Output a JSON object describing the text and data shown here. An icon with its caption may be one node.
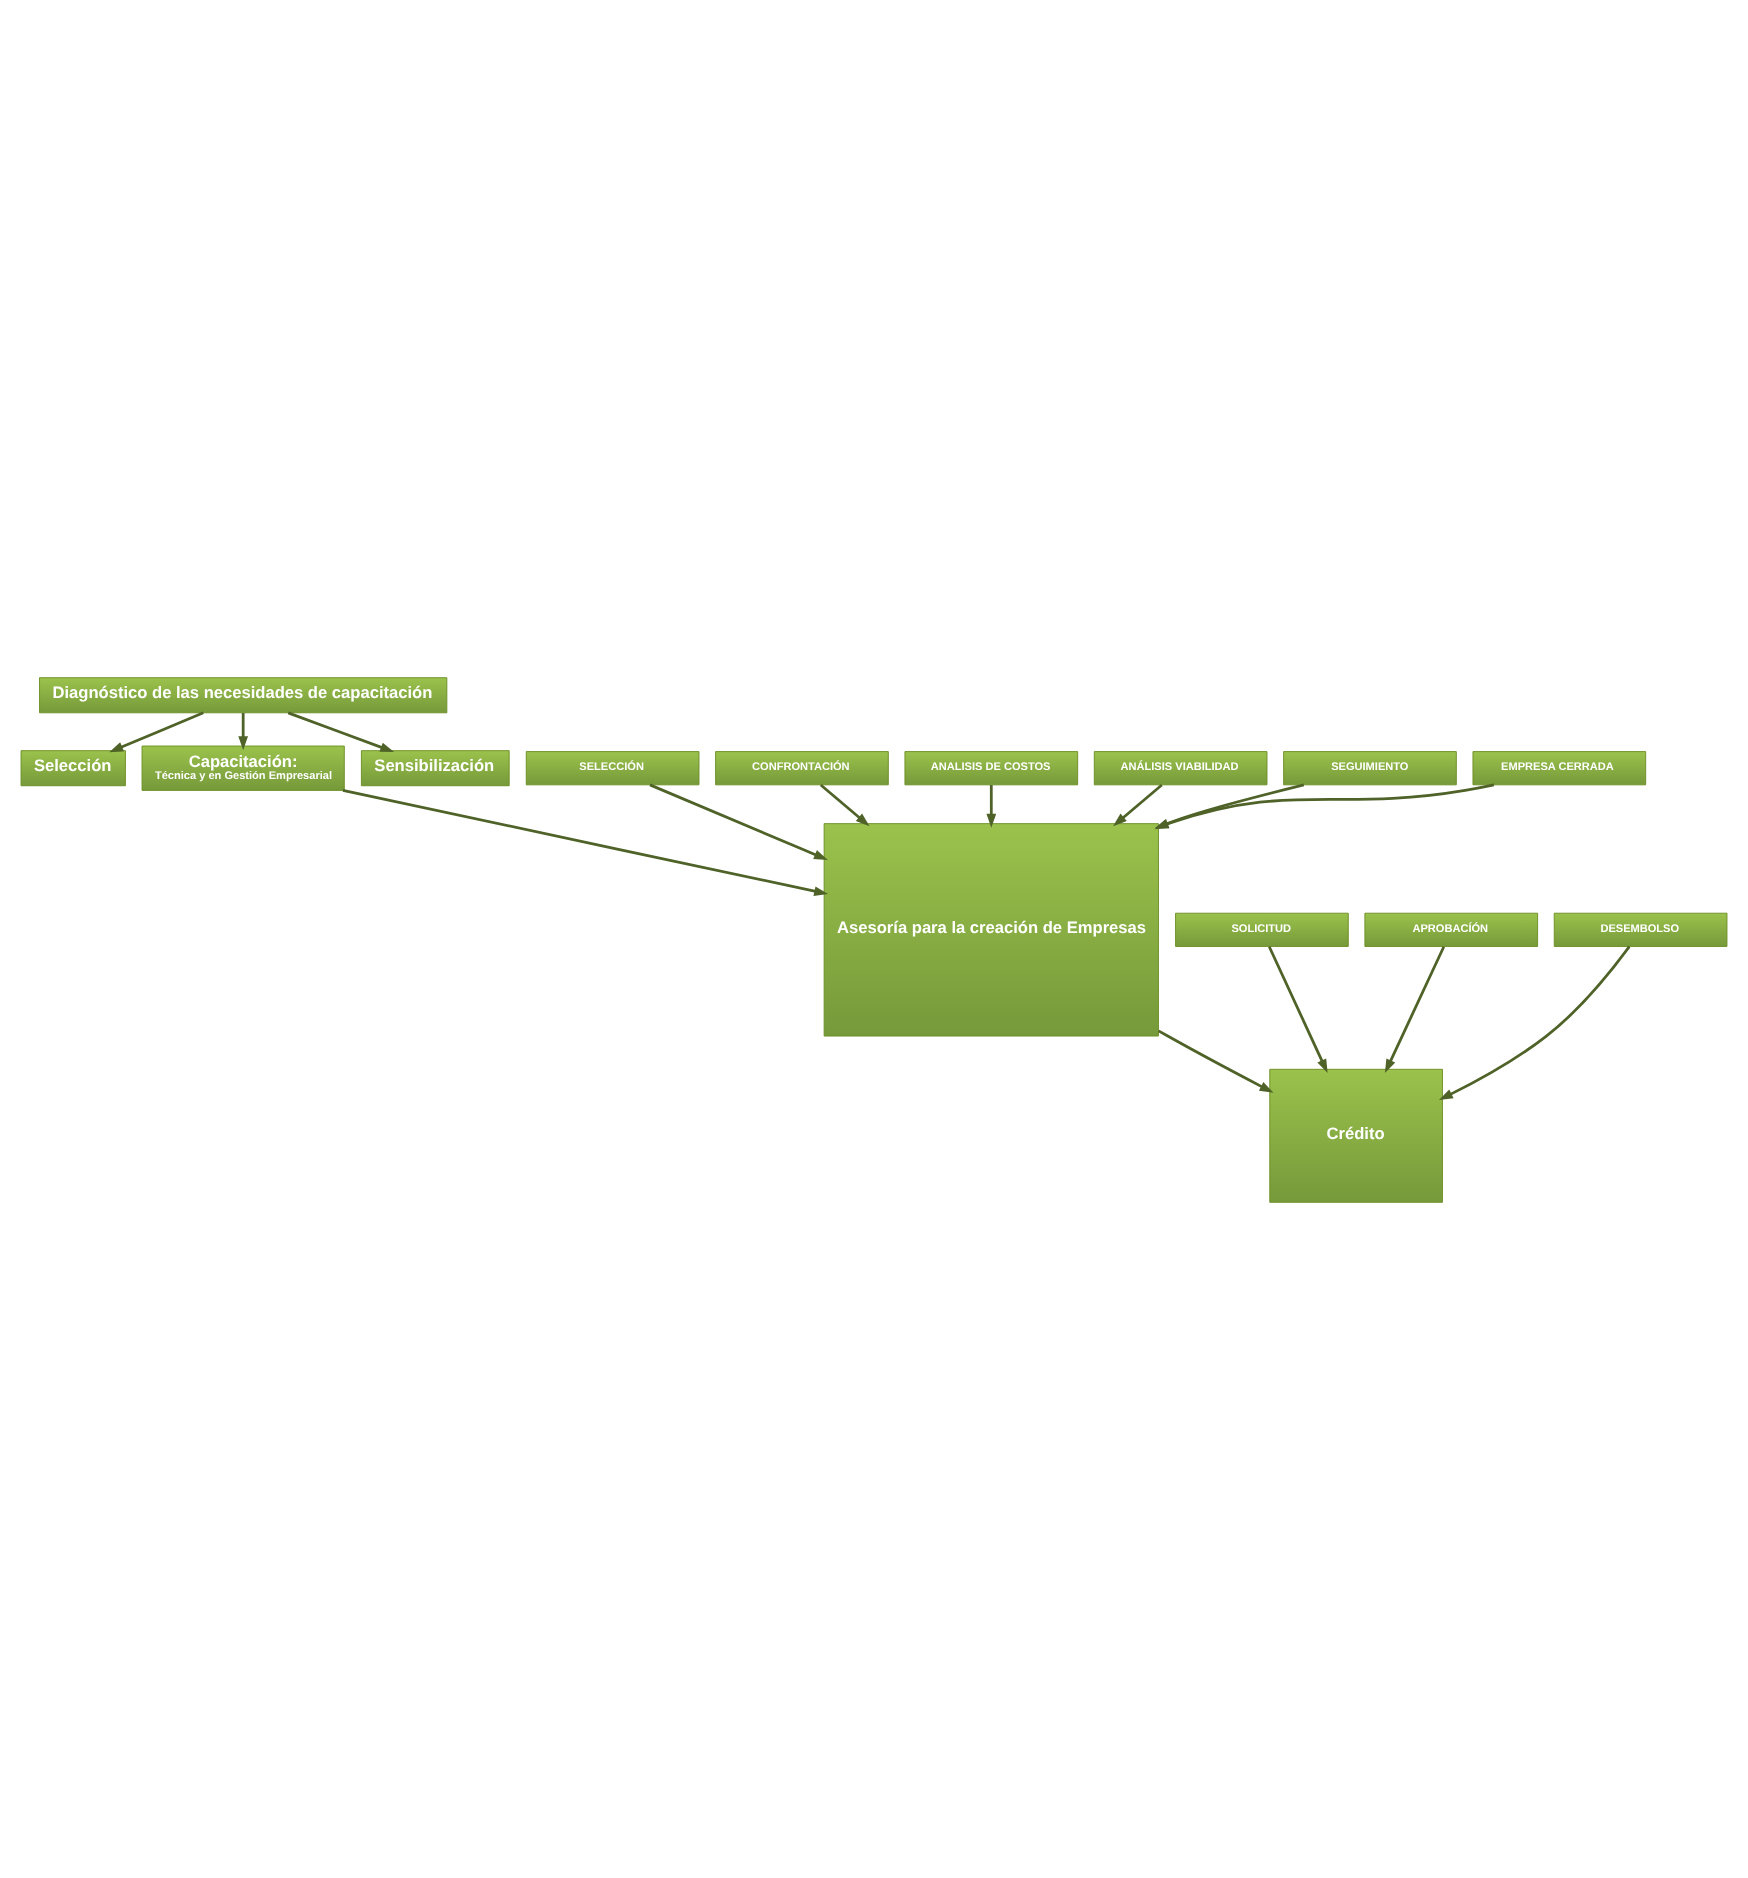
{
  "diagram": {
    "nodes": [
      {
        "text": [
          "Diagnóstico de las necesidades de capacitación"
        ]
      },
      {
        "text": [
          "Selección"
        ]
      },
      {
        "text": [
          "Capacitación:",
          "Técnica y en Gestión Empresarial"
        ]
      },
      {
        "text": [
          "Sensibilización"
        ]
      },
      {
        "text": [
          "SELECCIÓN"
        ]
      },
      {
        "text": [
          "CONFRONTACIÓN"
        ]
      },
      {
        "text": [
          "ANALISIS DE COSTOS"
        ]
      },
      {
        "text": [
          "ANÁLISIS VIABILIDAD"
        ]
      },
      {
        "text": [
          "SEGUIMIENTO"
        ]
      },
      {
        "text": [
          "EMPRESA CERRADA"
        ]
      },
      {
        "text": [
          "Asesoría para la creación de Empresas"
        ]
      },
      {
        "text": [
          "SOLICITUD"
        ]
      },
      {
        "text": [
          "APROBACÍÓN"
        ]
      },
      {
        "text": [
          "DESEMBOLSO"
        ]
      },
      {
        "text": [
          "Crédito"
        ]
      }
    ],
    "edges": [
      {
        "from": 0,
        "to": 1,
        "arrow": "to"
      },
      {
        "from": 0,
        "to": 2,
        "arrow": "to"
      },
      {
        "from": 0,
        "to": 3,
        "arrow": "to"
      },
      {
        "from": 2,
        "to": 10,
        "arrow": "to"
      },
      {
        "from": 4,
        "to": 10,
        "arrow": "to"
      },
      {
        "from": 5,
        "to": 10,
        "arrow": "to"
      },
      {
        "from": 6,
        "to": 10,
        "arrow": "to"
      },
      {
        "from": 7,
        "to": 10,
        "arrow": "to"
      },
      {
        "from": 8,
        "to": 10,
        "arrow": "to"
      },
      {
        "from": 9,
        "to": 10,
        "arrow": "to"
      },
      {
        "from": 10,
        "to": 14,
        "arrow": "to"
      },
      {
        "from": 11,
        "to": 14,
        "arrow": "to"
      },
      {
        "from": 12,
        "to": 14,
        "arrow": "to"
      },
      {
        "from": 13,
        "to": 14,
        "arrow": "to"
      }
    ]
  }
}
